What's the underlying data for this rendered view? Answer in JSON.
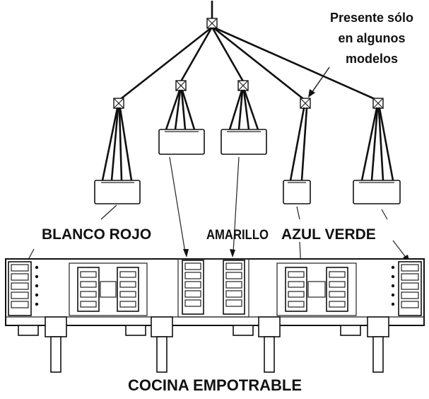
{
  "note": {
    "line1": "Presente sólo",
    "line2": "en algunos",
    "line3": "modelos"
  },
  "labels": {
    "blanco_rojo": "BLANCO ROJO",
    "amarillo": "AMARILLO",
    "azul_verde": "AZUL VERDE",
    "cocina": "COCINA EMPOTRABLE"
  }
}
